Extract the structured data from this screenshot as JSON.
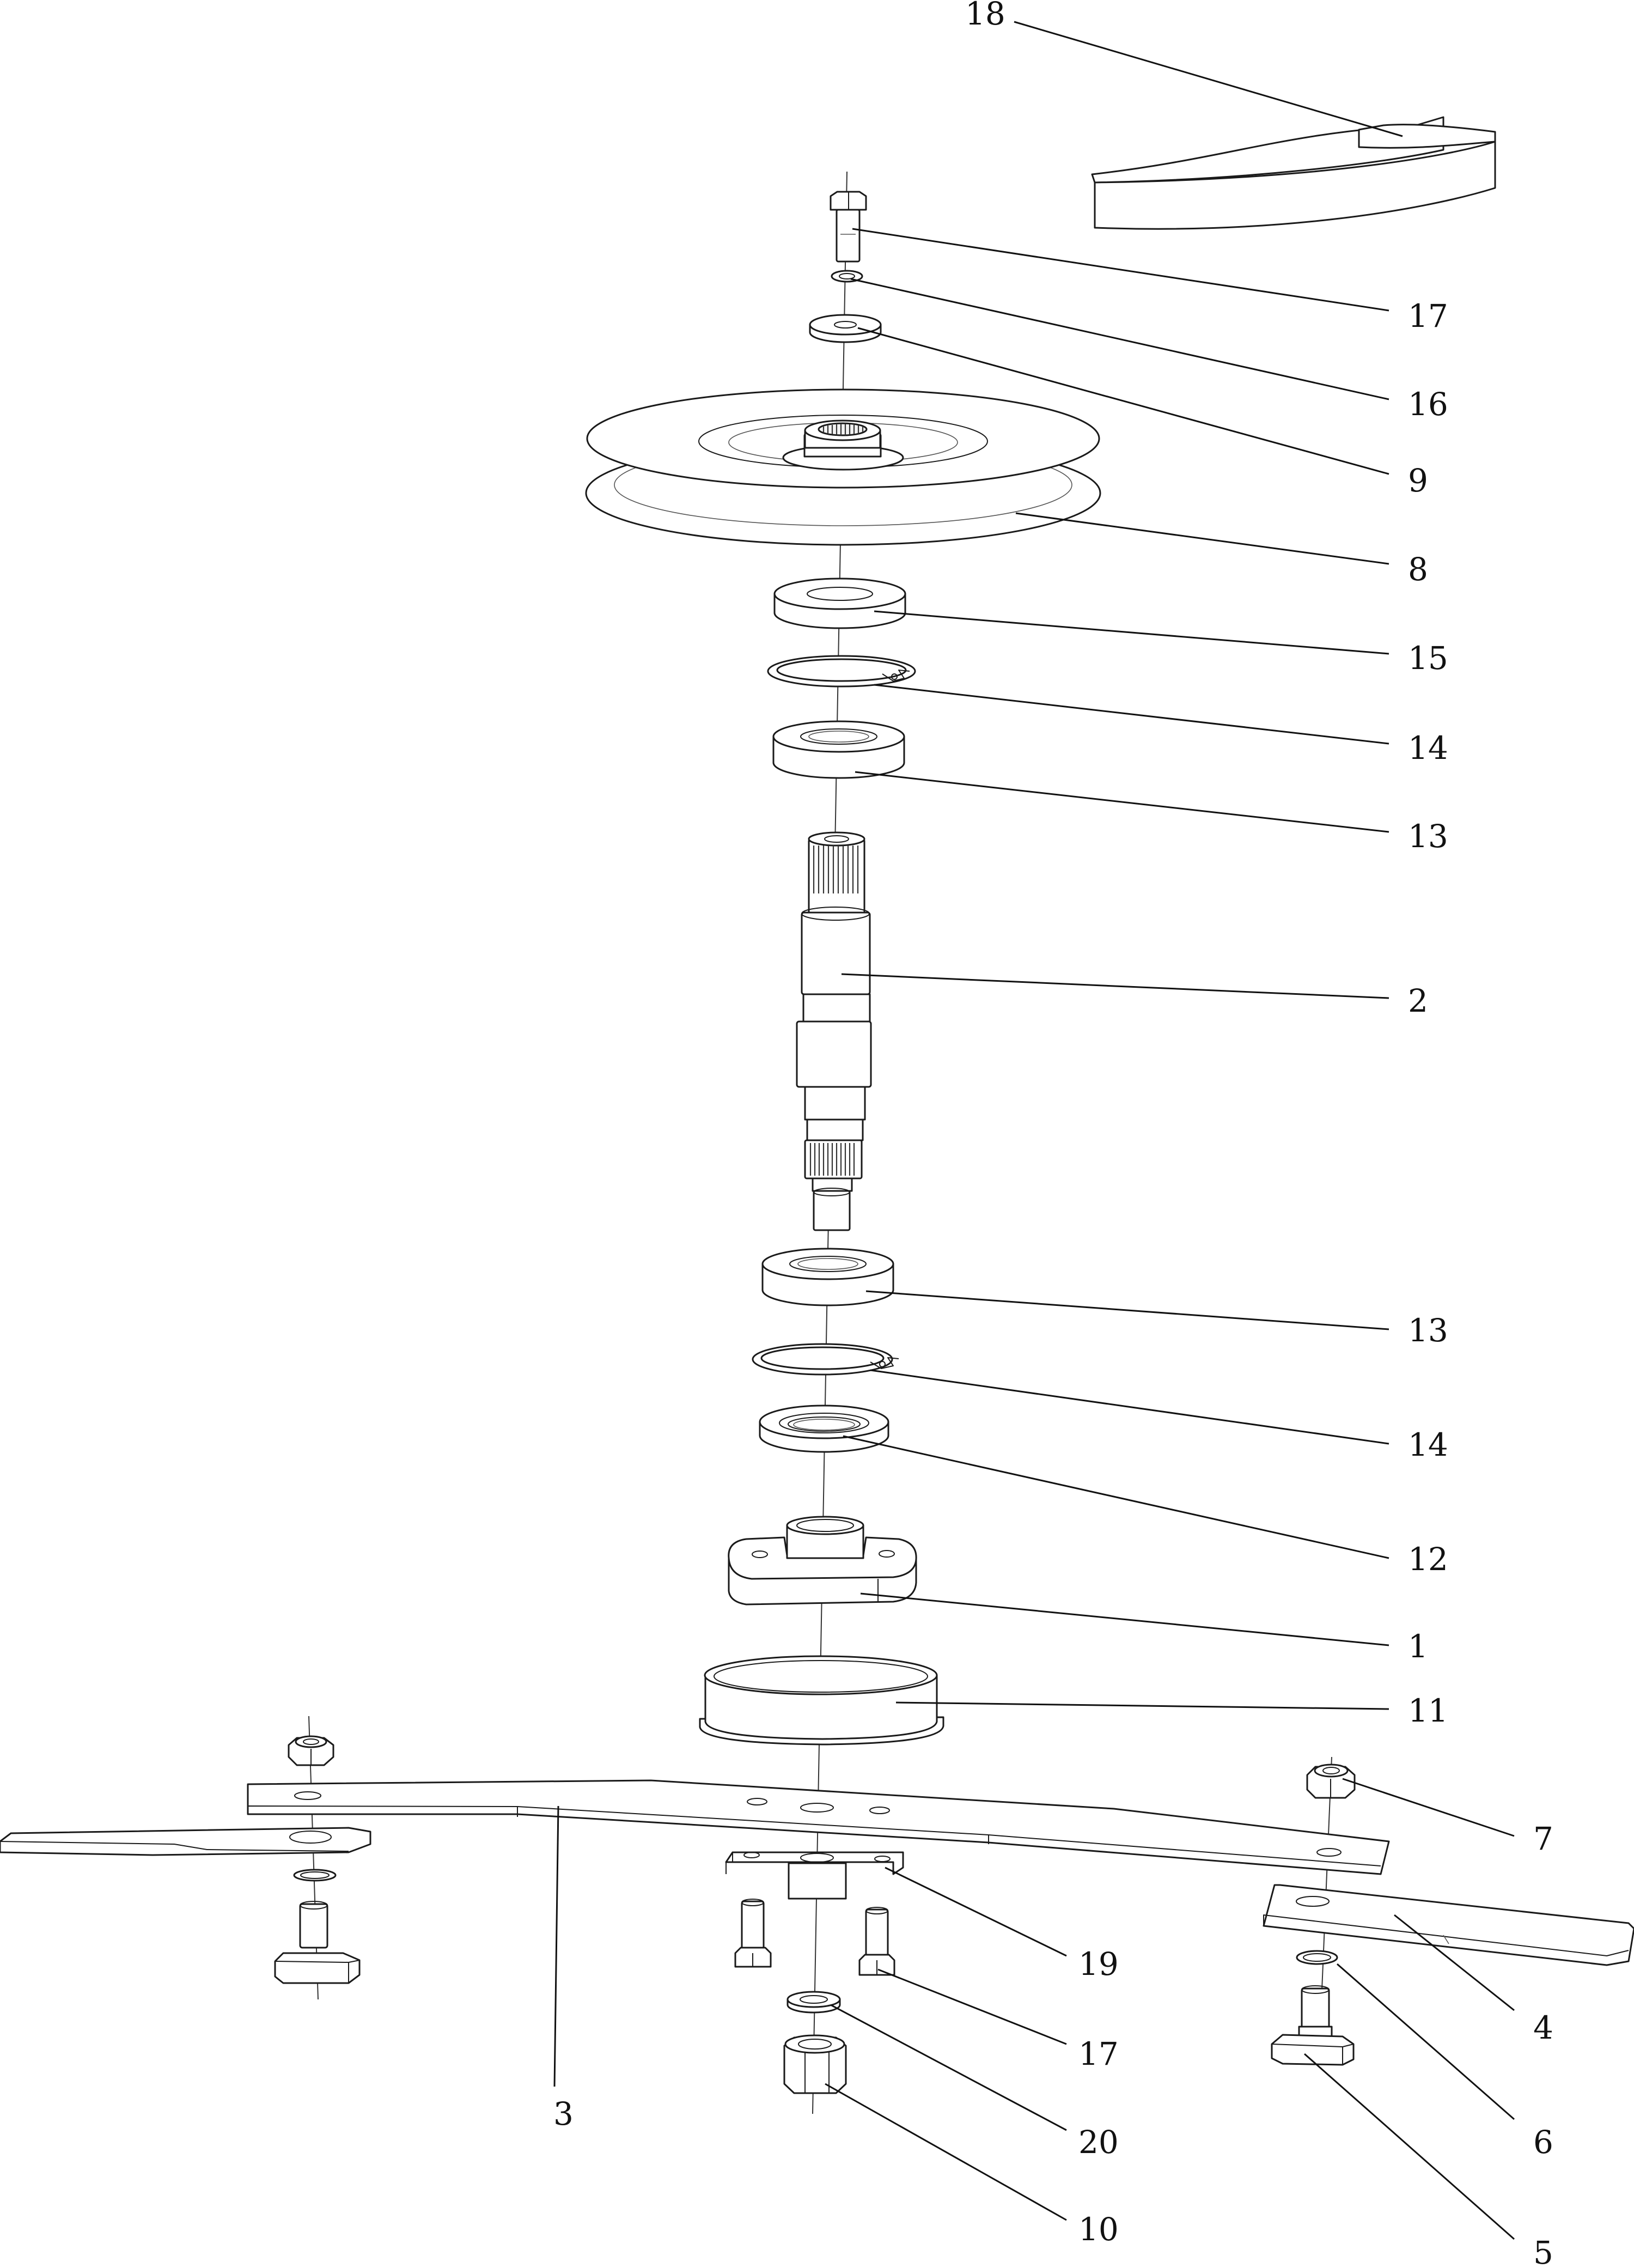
{
  "callouts": {
    "c1": "1",
    "c2": "2",
    "c3": "3",
    "c4": "4",
    "c5": "5",
    "c6": "6",
    "c7": "7",
    "c8": "8",
    "c9": "9",
    "c10": "10",
    "c11": "11",
    "c12": "12",
    "c13a": "13",
    "c13b": "13",
    "c14a": "14",
    "c14b": "14",
    "c15": "15",
    "c16": "16",
    "c17a": "17",
    "c17b": "17",
    "c18": "18",
    "c19": "19",
    "c20": "20"
  }
}
